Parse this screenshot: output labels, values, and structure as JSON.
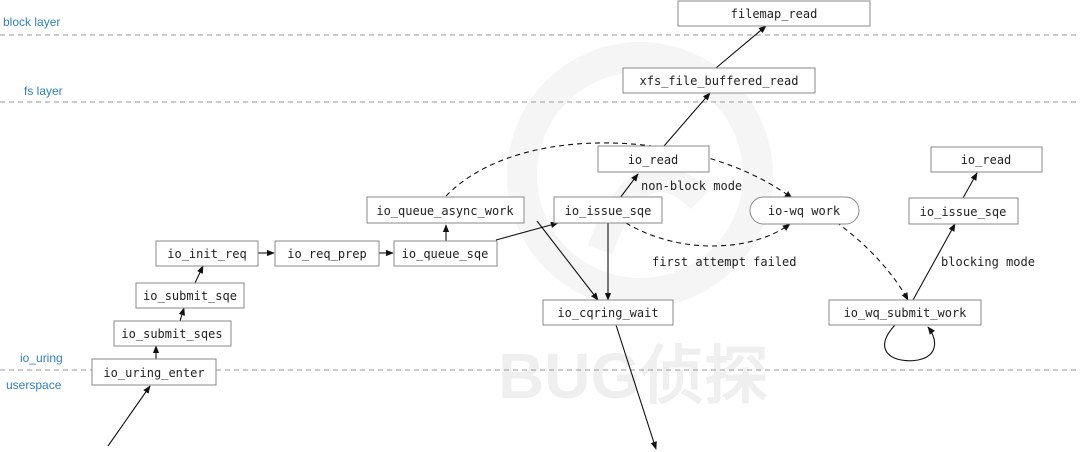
{
  "layers": {
    "block": "block layer",
    "fs": "fs layer",
    "io_uring": "io_uring",
    "userspace": "userspace"
  },
  "nodes": {
    "filemap_read": "filemap_read",
    "xfs_file_buffered_read": "xfs_file_buffered_read",
    "io_read_left": "io_read",
    "io_read_right": "io_read",
    "io_queue_async_work": "io_queue_async_work",
    "io_issue_sqe_left": "io_issue_sqe",
    "io_wq_work": "io-wq work",
    "io_issue_sqe_right": "io_issue_sqe",
    "io_init_req": "io_init_req",
    "io_req_prep": "io_req_prep",
    "io_queue_sqe": "io_queue_sqe",
    "io_submit_sqe": "io_submit_sqe",
    "io_cqring_wait": "io_cqring_wait",
    "io_wq_submit_work": "io_wq_submit_work",
    "io_submit_sqes": "io_submit_sqes",
    "io_uring_enter": "io_uring_enter"
  },
  "edge_labels": {
    "non_block_mode": "non-block mode",
    "first_attempt_failed": "first attempt failed",
    "blocking_mode": "blocking mode"
  },
  "watermark": {
    "text": "BUG侦探"
  }
}
